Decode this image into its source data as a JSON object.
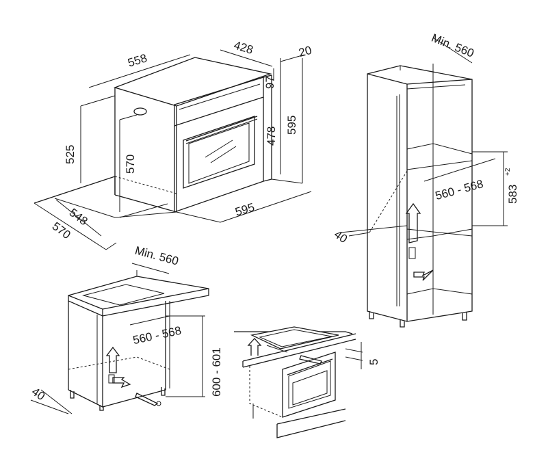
{
  "oven_dimensions": {
    "width_top": "558",
    "depth_top": "428",
    "door_depth": "20",
    "panel_height": "97",
    "height_left": "525",
    "inner_height": "570",
    "cavity_height": "478",
    "total_height": "595",
    "front_width": "595",
    "base_depth": "548",
    "total_depth": "570"
  },
  "column_install": {
    "min_depth": "Min. 560",
    "niche_width": "560 - 568",
    "niche_height": "583",
    "niche_height_tolerance": "+2",
    "vent_gap": "40"
  },
  "under_counter_install": {
    "min_depth": "Min. 560",
    "niche_width": "560 - 568",
    "niche_height": "600 - 601",
    "vent_gap": "40"
  },
  "hob_install": {
    "gap": "5"
  }
}
